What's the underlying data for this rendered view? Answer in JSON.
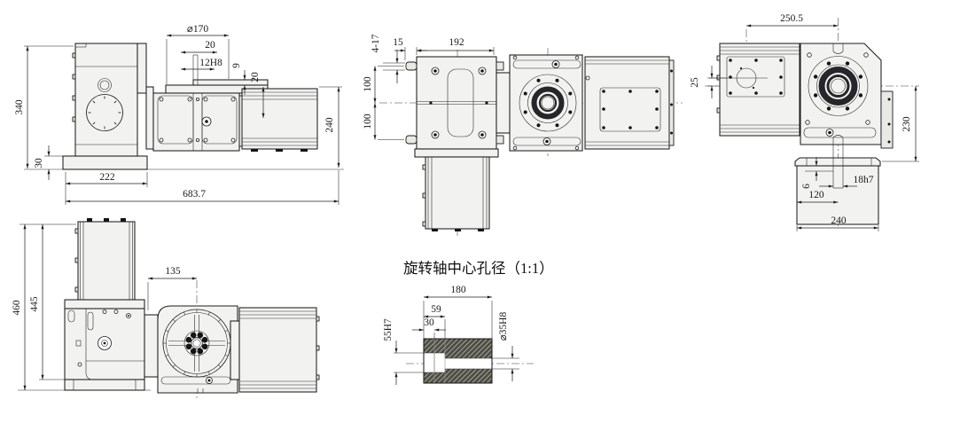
{
  "drawing": {
    "background": "#ffffff",
    "line_color": "#1c1c1c",
    "hatch_fill": "#4e4e46",
    "views": {
      "side": {
        "dims": {
          "height": "340",
          "base_thickness": "30",
          "base_width": "222",
          "overall_length": "683.7",
          "flange_dia": "⌀170",
          "slot_offset": "20",
          "slot_width": "12H8",
          "step_small": "9",
          "step_large": "20",
          "right_height": "240"
        }
      },
      "top": {
        "dims": {
          "holes": "4-17",
          "edge": "15",
          "plate_width": "192",
          "upper_half": "100",
          "lower_half": "100"
        }
      },
      "front": {
        "dims": {
          "center_span": "250.5",
          "motor_offset": "25",
          "axis_height": "230",
          "key_offset": "6",
          "key_width": "18h7",
          "base_half": "120",
          "base_width": "240"
        }
      },
      "face": {
        "dims": {
          "total_height": "460",
          "body_height": "445",
          "center_offset": "135"
        }
      },
      "bore": {
        "title": "旋转轴中心孔径（1:1）",
        "dims": {
          "length": "180",
          "step_59": "59",
          "step_30": "30",
          "bore_left": "55H7",
          "bore_right": "⌀35H8"
        }
      }
    }
  }
}
